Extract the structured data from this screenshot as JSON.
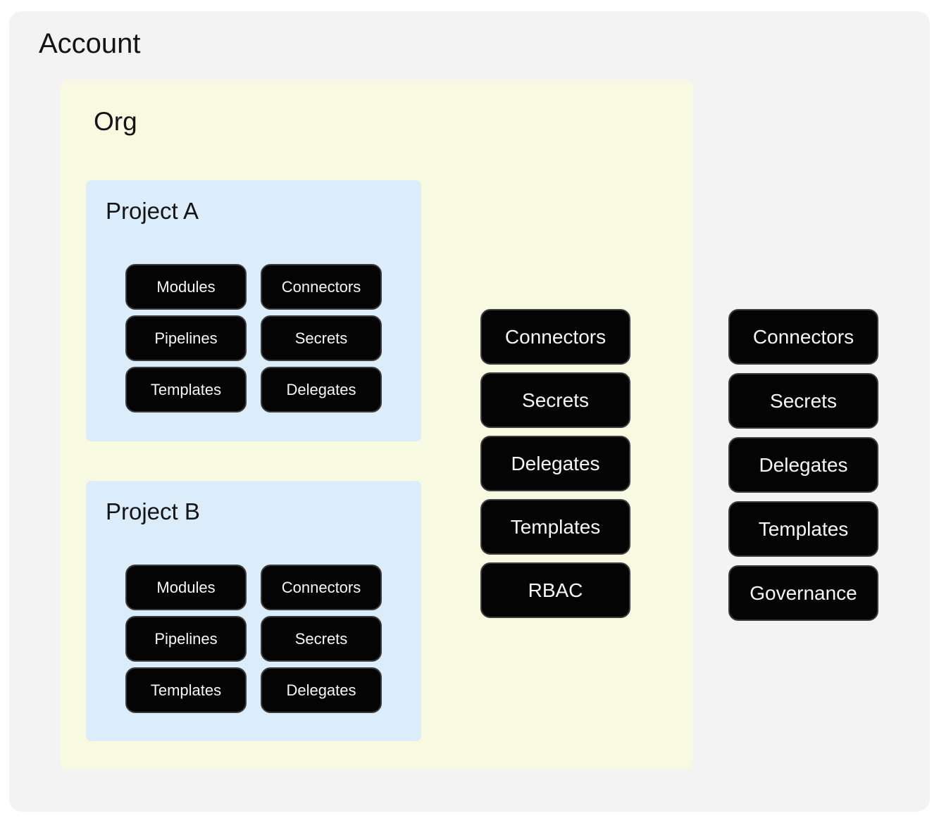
{
  "account": {
    "title": "Account",
    "buttons": [
      "Connectors",
      "Secrets",
      "Delegates",
      "Templates",
      "Governance"
    ],
    "org": {
      "title": "Org",
      "buttons": [
        "Connectors",
        "Secrets",
        "Delegates",
        "Templates",
        "RBAC"
      ],
      "projects": [
        {
          "title": "Project A",
          "buttons": [
            "Modules",
            "Connectors",
            "Pipelines",
            "Secrets",
            "Templates",
            "Delegates"
          ]
        },
        {
          "title": "Project B",
          "buttons": [
            "Modules",
            "Connectors",
            "Pipelines",
            "Secrets",
            "Templates",
            "Delegates"
          ]
        }
      ]
    }
  },
  "colors": {
    "page_bg": "#ffffff",
    "account_bg": "#f3f3f4",
    "org_bg": "#f7f9e1",
    "project_bg": "#dbecfb",
    "button_bg": "#040404",
    "button_border": "#3d3d3d",
    "button_text": "#f7f7f7",
    "title_text": "#141414"
  }
}
